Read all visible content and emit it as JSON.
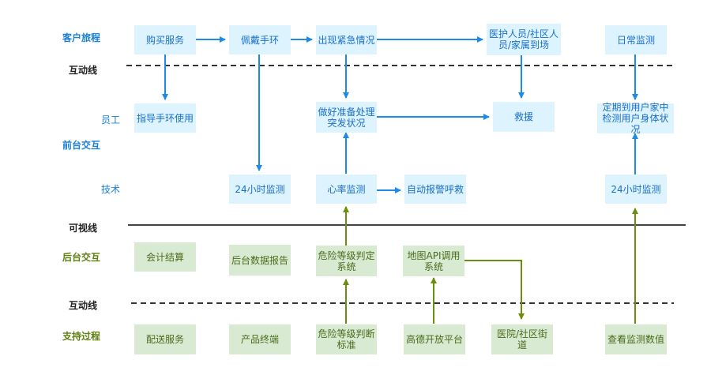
{
  "colors": {
    "frontend_box": "#ddf3fd",
    "backend_box": "#d9ead3",
    "blue_arrow": "#1e8be6",
    "green_arrow": "#6b8e0e"
  },
  "lanes": {
    "customer_journey": "客户旅程",
    "interaction_line_1": "互动线",
    "employee": "员工",
    "frontstage": "前台交互",
    "technology": "技术",
    "visibility_line": "可视线",
    "backstage": "后台交互",
    "interaction_line_2": "互动线",
    "support": "支持过程"
  },
  "nodes": {
    "buy_service": "购买服务",
    "wear_band": "佩戴手环",
    "emergency": "出现紧急情况",
    "staff_arrive": "医护人员/社区人员/家属到场",
    "daily_monitor": "日常监测",
    "guide_band": "指导手环使用",
    "prepare": "做好准备处理突发状况",
    "rescue": "救援",
    "home_check": "定期到用户家中检测用户身体状况",
    "monitor24_a": "24小时监测",
    "heart_rate": "心率监测",
    "auto_alarm": "自动报警呼救",
    "monitor24_b": "24小时监测",
    "accounting": "会计结算",
    "backend_report": "后台数据报告",
    "risk_judge": "危险等级判定系统",
    "map_api": "地图API调用系统",
    "delivery": "配送服务",
    "product_terminal": "产品终端",
    "risk_standard": "危险等级判断标准",
    "amap_platform": "高德开放平台",
    "hospital": "医院/社区街道",
    "view_monitor": "查看监测数值"
  }
}
